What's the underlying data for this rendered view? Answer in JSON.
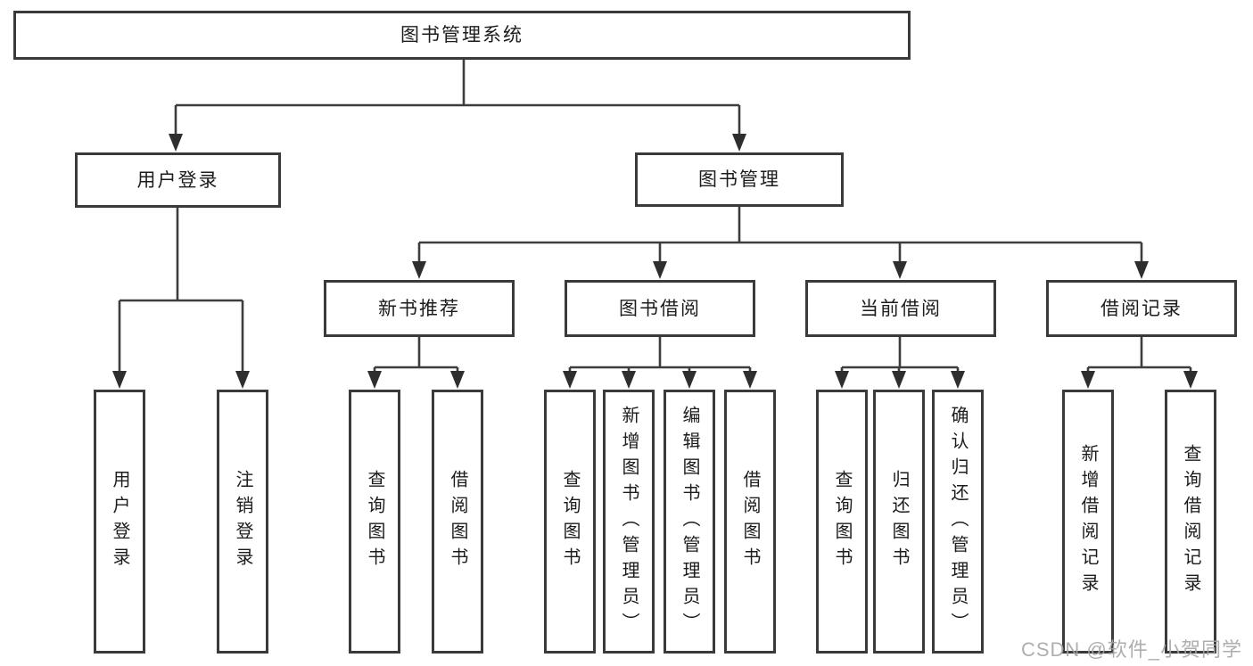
{
  "diagram": {
    "title": "图书管理系统",
    "user_login": {
      "label": "用户登录",
      "children": [
        "用户登录",
        "注销登录"
      ]
    },
    "book_mgmt": {
      "label": "图书管理",
      "sections": [
        {
          "label": "新书推荐",
          "children": [
            "查询图书",
            "借阅图书"
          ]
        },
        {
          "label": "图书借阅",
          "children": [
            "查询图书",
            "新增图书（管理员）",
            "编辑图书（管理员）",
            "借阅图书"
          ]
        },
        {
          "label": "当前借阅",
          "children": [
            "查询图书",
            "归还图书",
            "确认归还（管理员）"
          ]
        },
        {
          "label": "借阅记录",
          "children": [
            "新增借阅记录",
            "查询借阅记录"
          ]
        }
      ]
    }
  },
  "watermark": {
    "text": "CSDN @软件_小贺同学"
  },
  "colors": {
    "line": "#3d3d3d",
    "box_border": "#3a3a3a",
    "text": "#1c1c1c",
    "watermark": "#a6a6a6",
    "background": "#ffffff"
  }
}
